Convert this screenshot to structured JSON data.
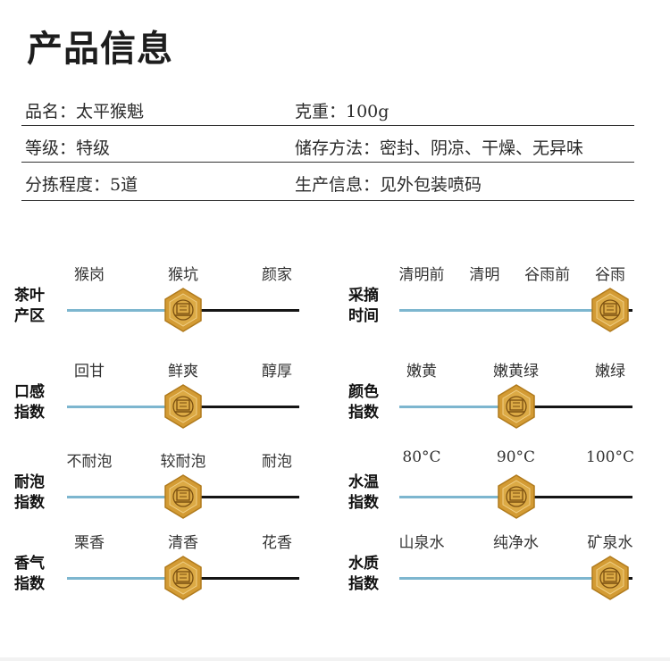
{
  "title": "产品信息",
  "info": {
    "rows": [
      {
        "left": "品名：太平猴魁",
        "right": "克重：100g"
      },
      {
        "left": "等级：特级",
        "right": "储存方法：密封、阴凉、干燥、无异味"
      },
      {
        "left": "分拣程度：5道",
        "right": "生产信息：见外包装喷码"
      }
    ]
  },
  "scales": [
    {
      "label_line1": "茶叶",
      "label_line2": "产区",
      "options": [
        "猴岗",
        "猴坑",
        "颜家"
      ],
      "level": 0.5
    },
    {
      "label_line1": "采摘",
      "label_line2": "时间",
      "options": [
        "清明前",
        "清明",
        "谷雨前",
        "谷雨"
      ],
      "level": 1.0
    },
    {
      "label_line1": "口感",
      "label_line2": "指数",
      "options": [
        "回甘",
        "鲜爽",
        "醇厚"
      ],
      "level": 0.5
    },
    {
      "label_line1": "颜色",
      "label_line2": "指数",
      "options": [
        "嫩黄",
        "嫩黄绿",
        "嫩绿"
      ],
      "level": 0.5
    },
    {
      "label_line1": "耐泡",
      "label_line2": "指数",
      "options": [
        "不耐泡",
        "较耐泡",
        "耐泡"
      ],
      "level": 0.5
    },
    {
      "label_line1": "水温",
      "label_line2": "指数",
      "options": [
        "80°C",
        "90°C",
        "100°C"
      ],
      "level": 0.5
    },
    {
      "label_line1": "香气",
      "label_line2": "指数",
      "options": [
        "栗香",
        "清香",
        "花香"
      ],
      "level": 0.5
    },
    {
      "label_line1": "水质",
      "label_line2": "指数",
      "options": [
        "山泉水",
        "纯净水",
        "矿泉水"
      ],
      "level": 1.0
    }
  ]
}
